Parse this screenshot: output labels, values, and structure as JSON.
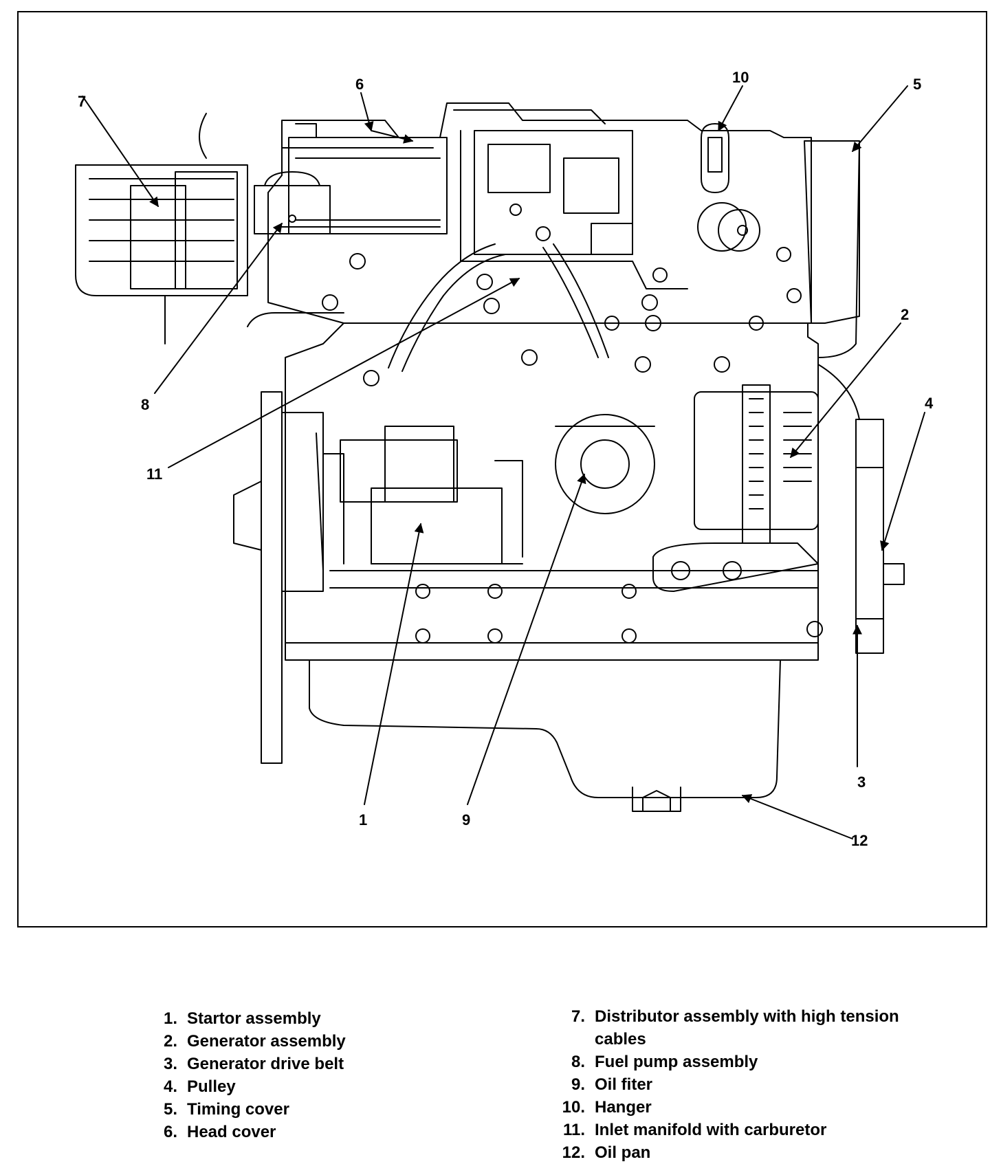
{
  "callouts": [
    {
      "num": "1"
    },
    {
      "num": "2"
    },
    {
      "num": "3"
    },
    {
      "num": "4"
    },
    {
      "num": "5"
    },
    {
      "num": "6"
    },
    {
      "num": "7"
    },
    {
      "num": "8"
    },
    {
      "num": "9"
    },
    {
      "num": "10"
    },
    {
      "num": "11"
    },
    {
      "num": "12"
    }
  ],
  "legend": {
    "left": [
      {
        "num": "1.",
        "text": "Startor assembly"
      },
      {
        "num": "2.",
        "text": "Generator assembly"
      },
      {
        "num": "3.",
        "text": "Generator drive belt"
      },
      {
        "num": "4.",
        "text": "Pulley"
      },
      {
        "num": "5.",
        "text": "Timing cover"
      },
      {
        "num": "6.",
        "text": "Head cover"
      }
    ],
    "right": [
      {
        "num": "7.",
        "text": "Distributor assembly with high tension cables"
      },
      {
        "num": "8.",
        "text": "Fuel pump assembly"
      },
      {
        "num": "9.",
        "text": "Oil fiter"
      },
      {
        "num": "10.",
        "text": "Hanger"
      },
      {
        "num": "11.",
        "text": "Inlet manifold with carburetor"
      },
      {
        "num": "12.",
        "text": "Oil pan"
      }
    ]
  }
}
